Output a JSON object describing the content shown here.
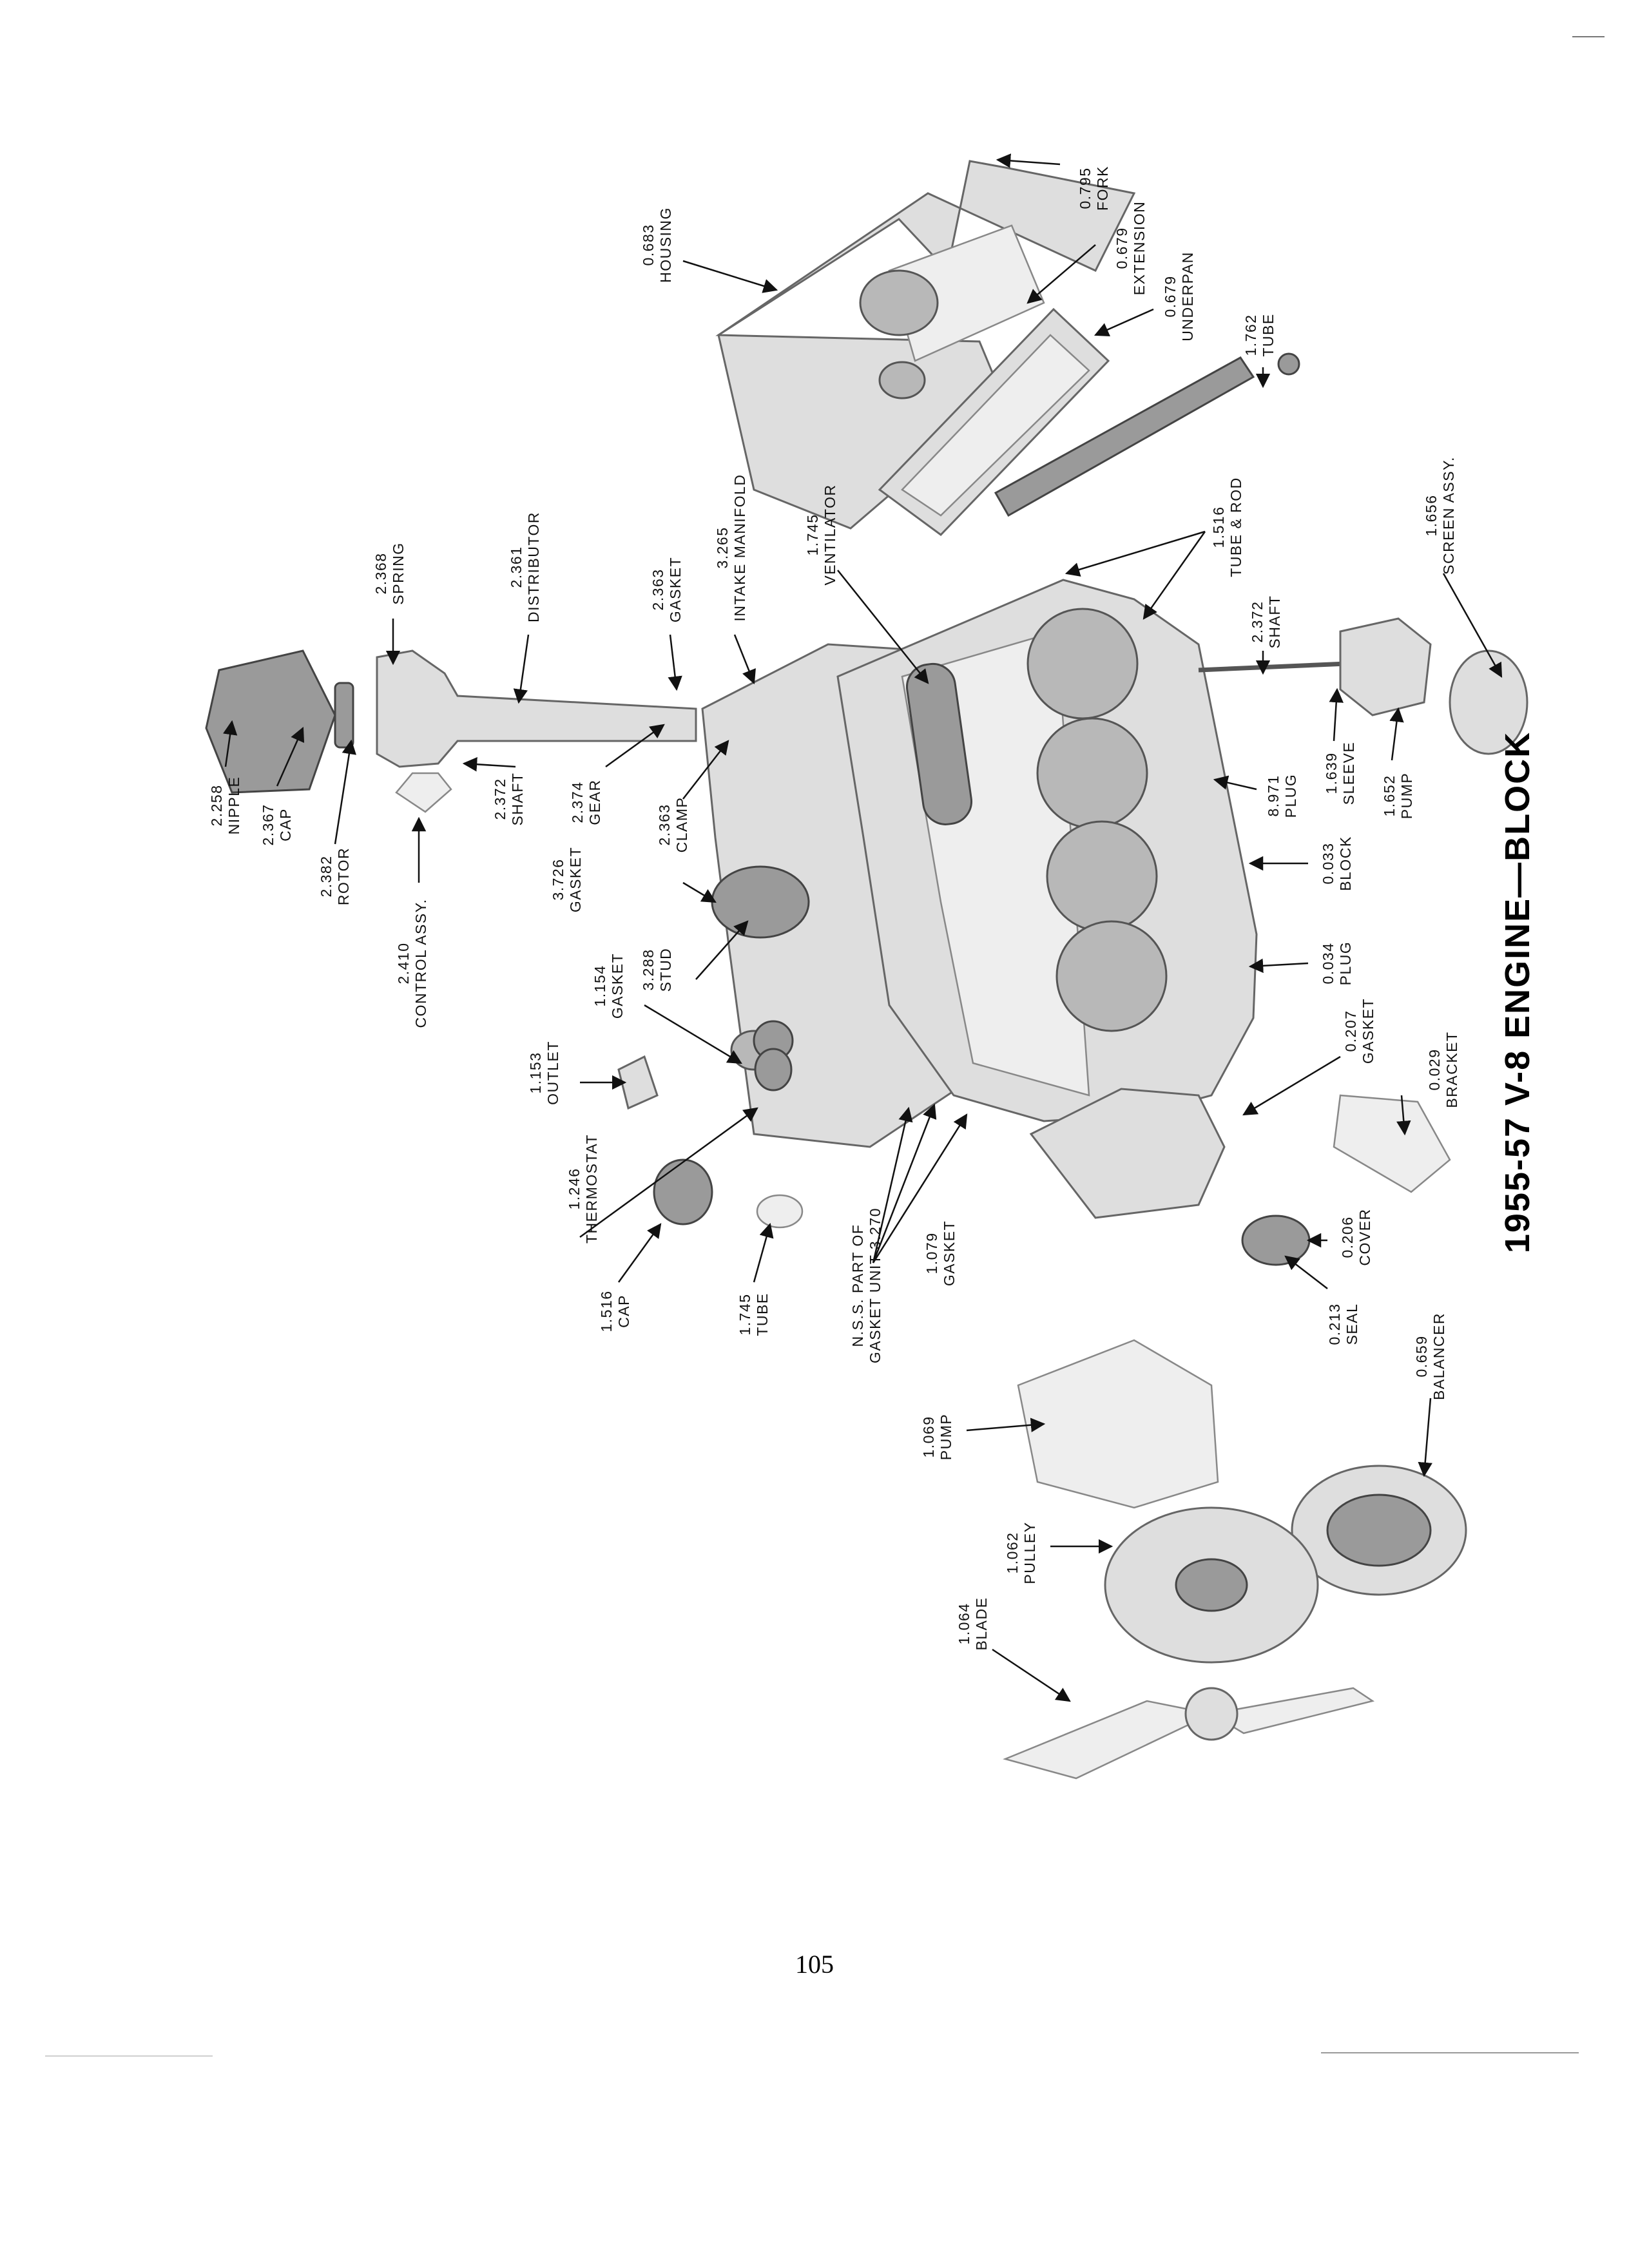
{
  "title": "1955-57 V-8 ENGINE—BLOCK",
  "page_number": "105",
  "callouts": [
    {
      "id": "fork",
      "number": "0.795",
      "name": "FORK"
    },
    {
      "id": "extension",
      "number": "0.679",
      "name": "EXTENSION"
    },
    {
      "id": "underpan",
      "number": "0.679",
      "name": "UNDERPAN"
    },
    {
      "id": "housing",
      "number": "0.683",
      "name": "HOUSING"
    },
    {
      "id": "oil-tube",
      "number": "1.762",
      "name": "TUBE"
    },
    {
      "id": "screen",
      "number": "1.656",
      "name": "SCREEN ASSY."
    },
    {
      "id": "tube-rod",
      "number": "1.516",
      "name": "TUBE & ROD"
    },
    {
      "id": "pump-shaft",
      "number": "2.372",
      "name": "SHAFT"
    },
    {
      "id": "spring",
      "number": "2.368",
      "name": "SPRING"
    },
    {
      "id": "distributor",
      "number": "2.361",
      "name": "DISTRIBUTOR"
    },
    {
      "id": "dist-gasket",
      "number": "2.363",
      "name": "GASKET"
    },
    {
      "id": "intake",
      "number": "3.265",
      "name": "INTAKE MANIFOLD"
    },
    {
      "id": "ventilator",
      "number": "1.745",
      "name": "VENTILATOR"
    },
    {
      "id": "nipple",
      "number": "2.258",
      "name": "NIPPLE"
    },
    {
      "id": "dist-cap",
      "number": "2.367",
      "name": "CAP"
    },
    {
      "id": "rotor",
      "number": "2.382",
      "name": "ROTOR"
    },
    {
      "id": "control",
      "number": "2.410",
      "name": "CONTROL ASSY."
    },
    {
      "id": "dist-shaft",
      "number": "2.372",
      "name": "SHAFT"
    },
    {
      "id": "gear",
      "number": "2.374",
      "name": "GEAR"
    },
    {
      "id": "clamp",
      "number": "2.363",
      "name": "CLAMP"
    },
    {
      "id": "gasket-3726",
      "number": "3.726",
      "name": "GASKET"
    },
    {
      "id": "stud",
      "number": "3.288",
      "name": "STUD"
    },
    {
      "id": "plug-8971",
      "number": "8.971",
      "name": "PLUG"
    },
    {
      "id": "sleeve",
      "number": "1.639",
      "name": "SLEEVE"
    },
    {
      "id": "oil-pump",
      "number": "1.652",
      "name": "PUMP"
    },
    {
      "id": "block",
      "number": "0.033",
      "name": "BLOCK"
    },
    {
      "id": "plug-034",
      "number": "0.034",
      "name": "PLUG"
    },
    {
      "id": "front-gasket",
      "number": "0.207",
      "name": "GASKET"
    },
    {
      "id": "bracket",
      "number": "0.029",
      "name": "BRACKET"
    },
    {
      "id": "outlet-gasket",
      "number": "1.154",
      "name": "GASKET"
    },
    {
      "id": "outlet",
      "number": "1.153",
      "name": "OUTLET"
    },
    {
      "id": "thermostat",
      "number": "1.246",
      "name": "THERMOSTAT"
    },
    {
      "id": "rad-cap",
      "number": "1.516",
      "name": "CAP"
    },
    {
      "id": "bypass-tube",
      "number": "1.745",
      "name": "TUBE"
    },
    {
      "id": "nss",
      "number": "N.S.S. PART OF",
      "name": "GASKET UNIT 3.270"
    },
    {
      "id": "gasket-1079",
      "number": "1.079",
      "name": "GASKET"
    },
    {
      "id": "cover",
      "number": "0.206",
      "name": "COVER"
    },
    {
      "id": "seal",
      "number": "0.213",
      "name": "SEAL"
    },
    {
      "id": "balancer",
      "number": "0.659",
      "name": "BALANCER"
    },
    {
      "id": "water-pump",
      "number": "1.069",
      "name": "PUMP"
    },
    {
      "id": "pulley",
      "number": "1.062",
      "name": "PULLEY"
    },
    {
      "id": "blade",
      "number": "1.064",
      "name": "BLADE"
    }
  ]
}
